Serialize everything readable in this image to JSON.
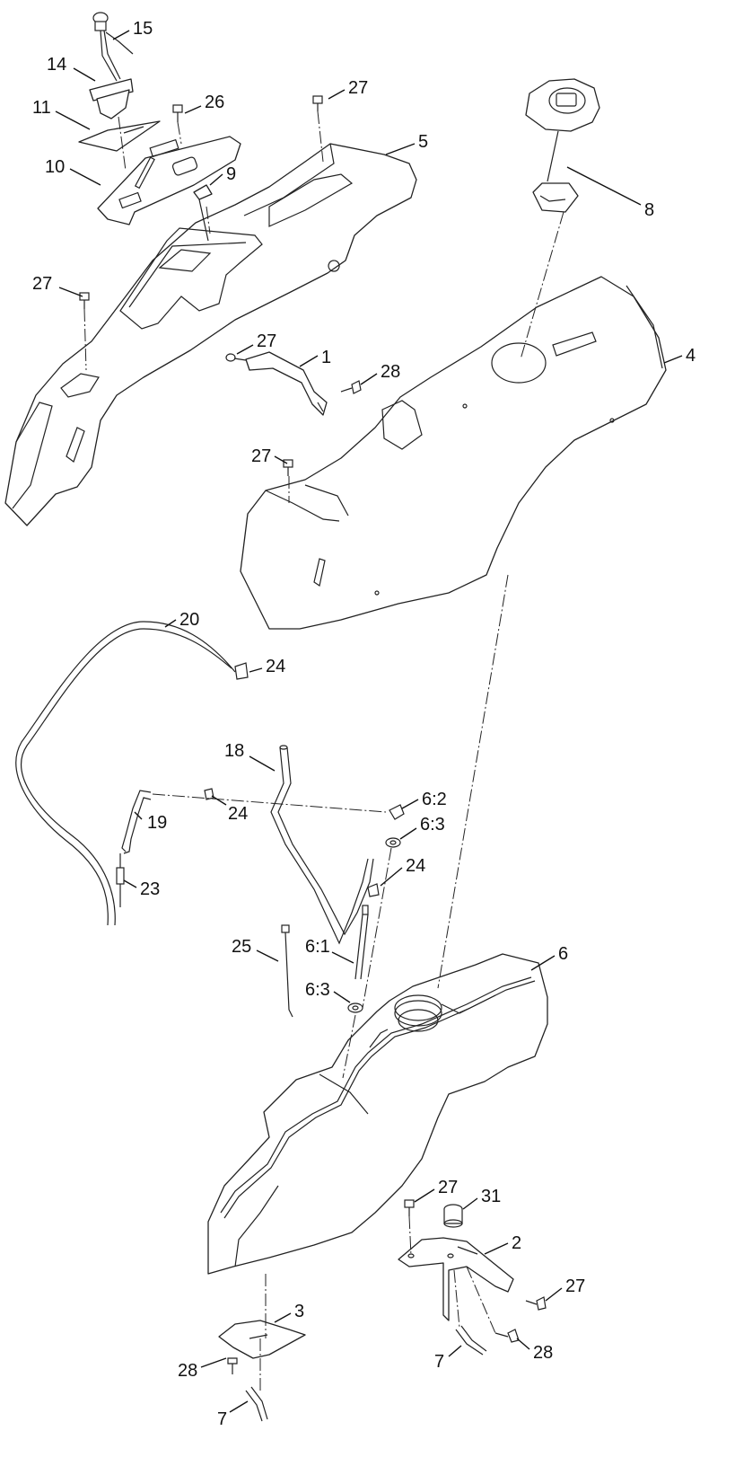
{
  "callouts": [
    {
      "id": "c-15",
      "label": "15"
    },
    {
      "id": "c-14",
      "label": "14"
    },
    {
      "id": "c-11",
      "label": "11"
    },
    {
      "id": "c-26",
      "label": "26"
    },
    {
      "id": "c-10",
      "label": "10"
    },
    {
      "id": "c-27a",
      "label": "27"
    },
    {
      "id": "c-5",
      "label": "5"
    },
    {
      "id": "c-9",
      "label": "9"
    },
    {
      "id": "c-8",
      "label": "8"
    },
    {
      "id": "c-27b",
      "label": "27"
    },
    {
      "id": "c-27c",
      "label": "27"
    },
    {
      "id": "c-1",
      "label": "1"
    },
    {
      "id": "c-28a",
      "label": "28"
    },
    {
      "id": "c-4",
      "label": "4"
    },
    {
      "id": "c-27d",
      "label": "27"
    },
    {
      "id": "c-20",
      "label": "20"
    },
    {
      "id": "c-24a",
      "label": "24"
    },
    {
      "id": "c-18",
      "label": "18"
    },
    {
      "id": "c-6-2",
      "label": "6:2"
    },
    {
      "id": "c-19",
      "label": "19"
    },
    {
      "id": "c-24b",
      "label": "24"
    },
    {
      "id": "c-6-3a",
      "label": "6:3"
    },
    {
      "id": "c-24c",
      "label": "24"
    },
    {
      "id": "c-23",
      "label": "23"
    },
    {
      "id": "c-25",
      "label": "25"
    },
    {
      "id": "c-6-1",
      "label": "6:1"
    },
    {
      "id": "c-6",
      "label": "6"
    },
    {
      "id": "c-6-3b",
      "label": "6:3"
    },
    {
      "id": "c-27e",
      "label": "27"
    },
    {
      "id": "c-31",
      "label": "31"
    },
    {
      "id": "c-2",
      "label": "2"
    },
    {
      "id": "c-27f",
      "label": "27"
    },
    {
      "id": "c-3",
      "label": "3"
    },
    {
      "id": "c-28b",
      "label": "28"
    },
    {
      "id": "c-28c",
      "label": "28"
    },
    {
      "id": "c-7a",
      "label": "7"
    },
    {
      "id": "c-7b",
      "label": "7"
    }
  ]
}
